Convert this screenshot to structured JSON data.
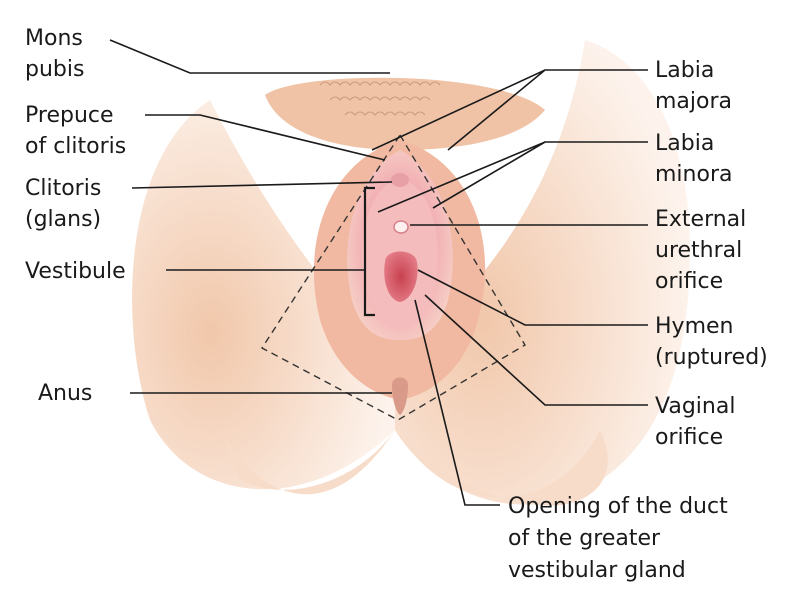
{
  "labels": {
    "mons_pubis": [
      "Mons",
      "pubis"
    ],
    "prepuce": [
      "Prepuce",
      "of clitoris"
    ],
    "clitoris": [
      "Clitoris",
      "(glans)"
    ],
    "vestibule": [
      "Vestibule"
    ],
    "anus": [
      "Anus"
    ],
    "labia_majora": [
      "Labia",
      "majora"
    ],
    "labia_minora": [
      "Labia",
      "minora"
    ],
    "urethral_orifice": [
      "External",
      "urethral",
      "orifice"
    ],
    "hymen": [
      "Hymen",
      "(ruptured)"
    ],
    "vaginal_orifice": [
      "Vaginal",
      "orifice"
    ],
    "duct_opening": [
      "Opening of the duct",
      "of the greater",
      "vestibular gland"
    ]
  }
}
